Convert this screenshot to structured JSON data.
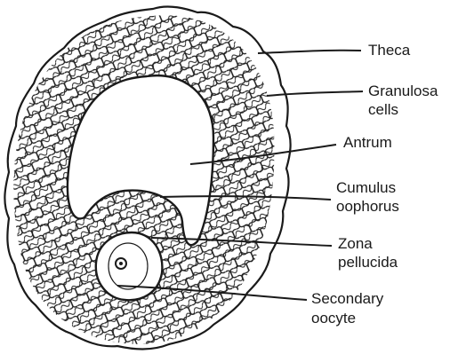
{
  "labels": {
    "theca": "Theca",
    "granulosa_line1": "Granulosa",
    "granulosa_line2": "cells",
    "antrum": "Antrum",
    "cumulus_line1": "Cumulus",
    "cumulus_line2": "oophorus",
    "zona_line1": "Zona",
    "zona_line2": "pellucida",
    "oocyte_line1": "Secondary",
    "oocyte_line2": "oocyte"
  },
  "colors": {
    "ink": "#1a1a1a",
    "background": "#ffffff"
  }
}
